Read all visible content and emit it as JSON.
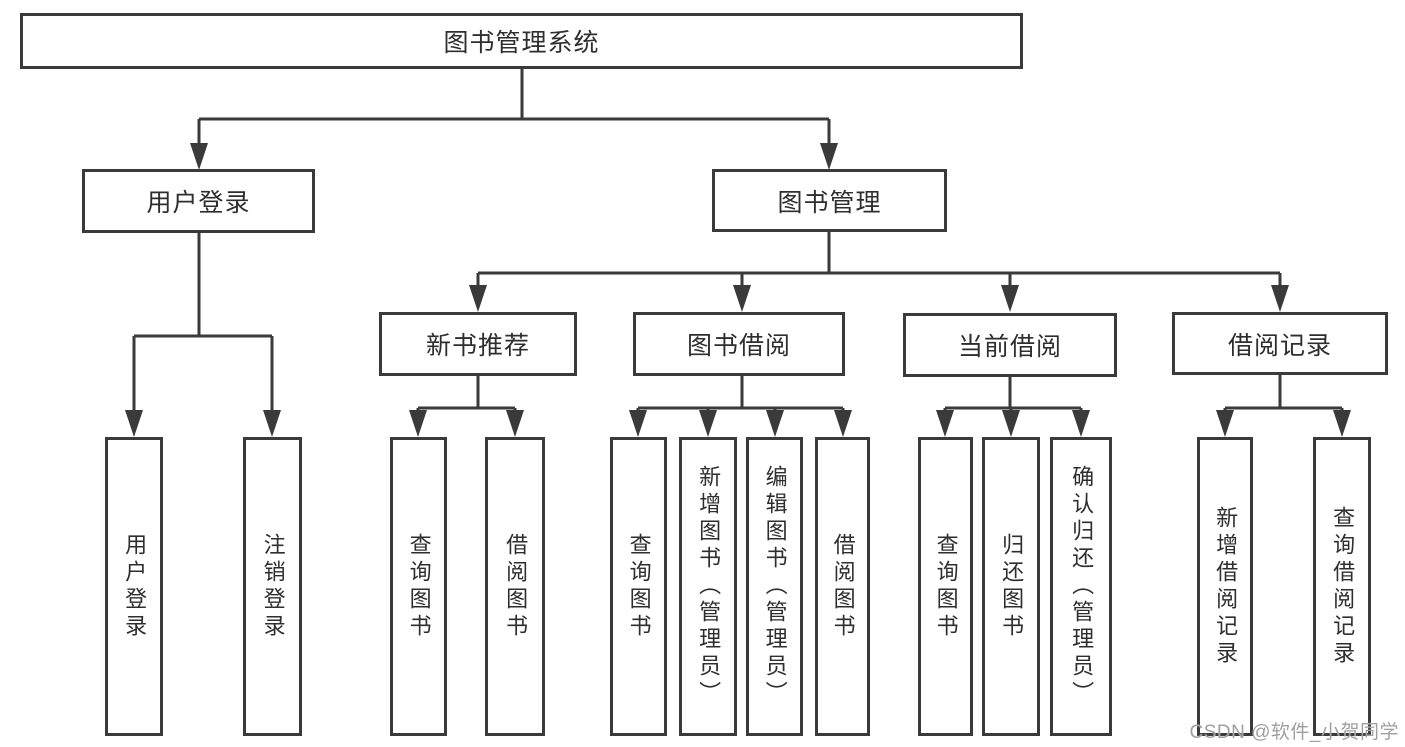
{
  "diagram_title": "图书管理系统",
  "nodes": {
    "root": "图书管理系统",
    "user_login": "用户登录",
    "book_management": "图书管理",
    "new_book_recommend": "新书推荐",
    "book_borrow": "图书借阅",
    "current_borrow": "当前借阅",
    "borrow_records": "借阅记录",
    "leaf_user_login": "用户登录",
    "leaf_logout": "注销登录",
    "leaf_query_book_recommend": "查询图书",
    "leaf_borrow_book_recommend": "借阅图书",
    "leaf_query_book_borrow": "查询图书",
    "leaf_add_book_admin": "新增图书（管理员）",
    "leaf_edit_book_admin": "编辑图书（管理员）",
    "leaf_borrow_book_borrow": "借阅图书",
    "leaf_query_book_current": "查询图书",
    "leaf_return_book": "归还图书",
    "leaf_confirm_return_admin": "确认归还（管理员）",
    "leaf_add_borrow_record": "新增借阅记录",
    "leaf_query_borrow_record": "查询借阅记录"
  },
  "watermark": "CSDN @软件_小贺同学",
  "colors": {
    "line": "#3a3a3a",
    "text": "#2e2e2e",
    "watermark": "#a0a0a0",
    "background": "#ffffff"
  }
}
